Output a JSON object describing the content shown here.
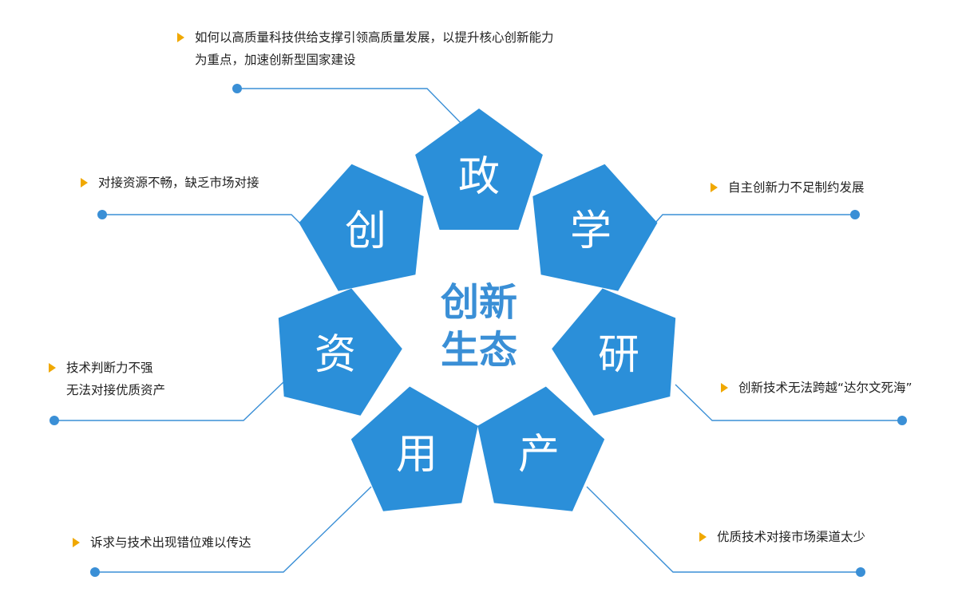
{
  "center": {
    "line1": "创新",
    "line2": "生态"
  },
  "pentagons": [
    {
      "id": "zheng",
      "char": "政"
    },
    {
      "id": "xue",
      "char": "学"
    },
    {
      "id": "yan",
      "char": "研"
    },
    {
      "id": "chan",
      "char": "产"
    },
    {
      "id": "yong",
      "char": "用"
    },
    {
      "id": "zi",
      "char": "资"
    },
    {
      "id": "chuang",
      "char": "创"
    }
  ],
  "notes": {
    "zheng": [
      "如何以高质量科技供给支撑引领高质量发展，以提升核心创新能力",
      "为重点，加速创新型国家建设"
    ],
    "xue": [
      "自主创新力不足制约发展"
    ],
    "yan": [
      "创新技术无法跨越“达尔文死海”"
    ],
    "chan": [
      "优质技术对接市场渠道太少"
    ],
    "yong": [
      "诉求与技术出现错位难以传达"
    ],
    "zi": [
      "技术判断力不强",
      "无法对接优质资产"
    ],
    "chuang": [
      "对接资源不畅，缺乏市场对接"
    ]
  },
  "colors": {
    "pentagon": "#2b8fd9",
    "connector": "#3a8fd6",
    "bullet": "#f0a800",
    "center_text": "#3a8fd6"
  }
}
